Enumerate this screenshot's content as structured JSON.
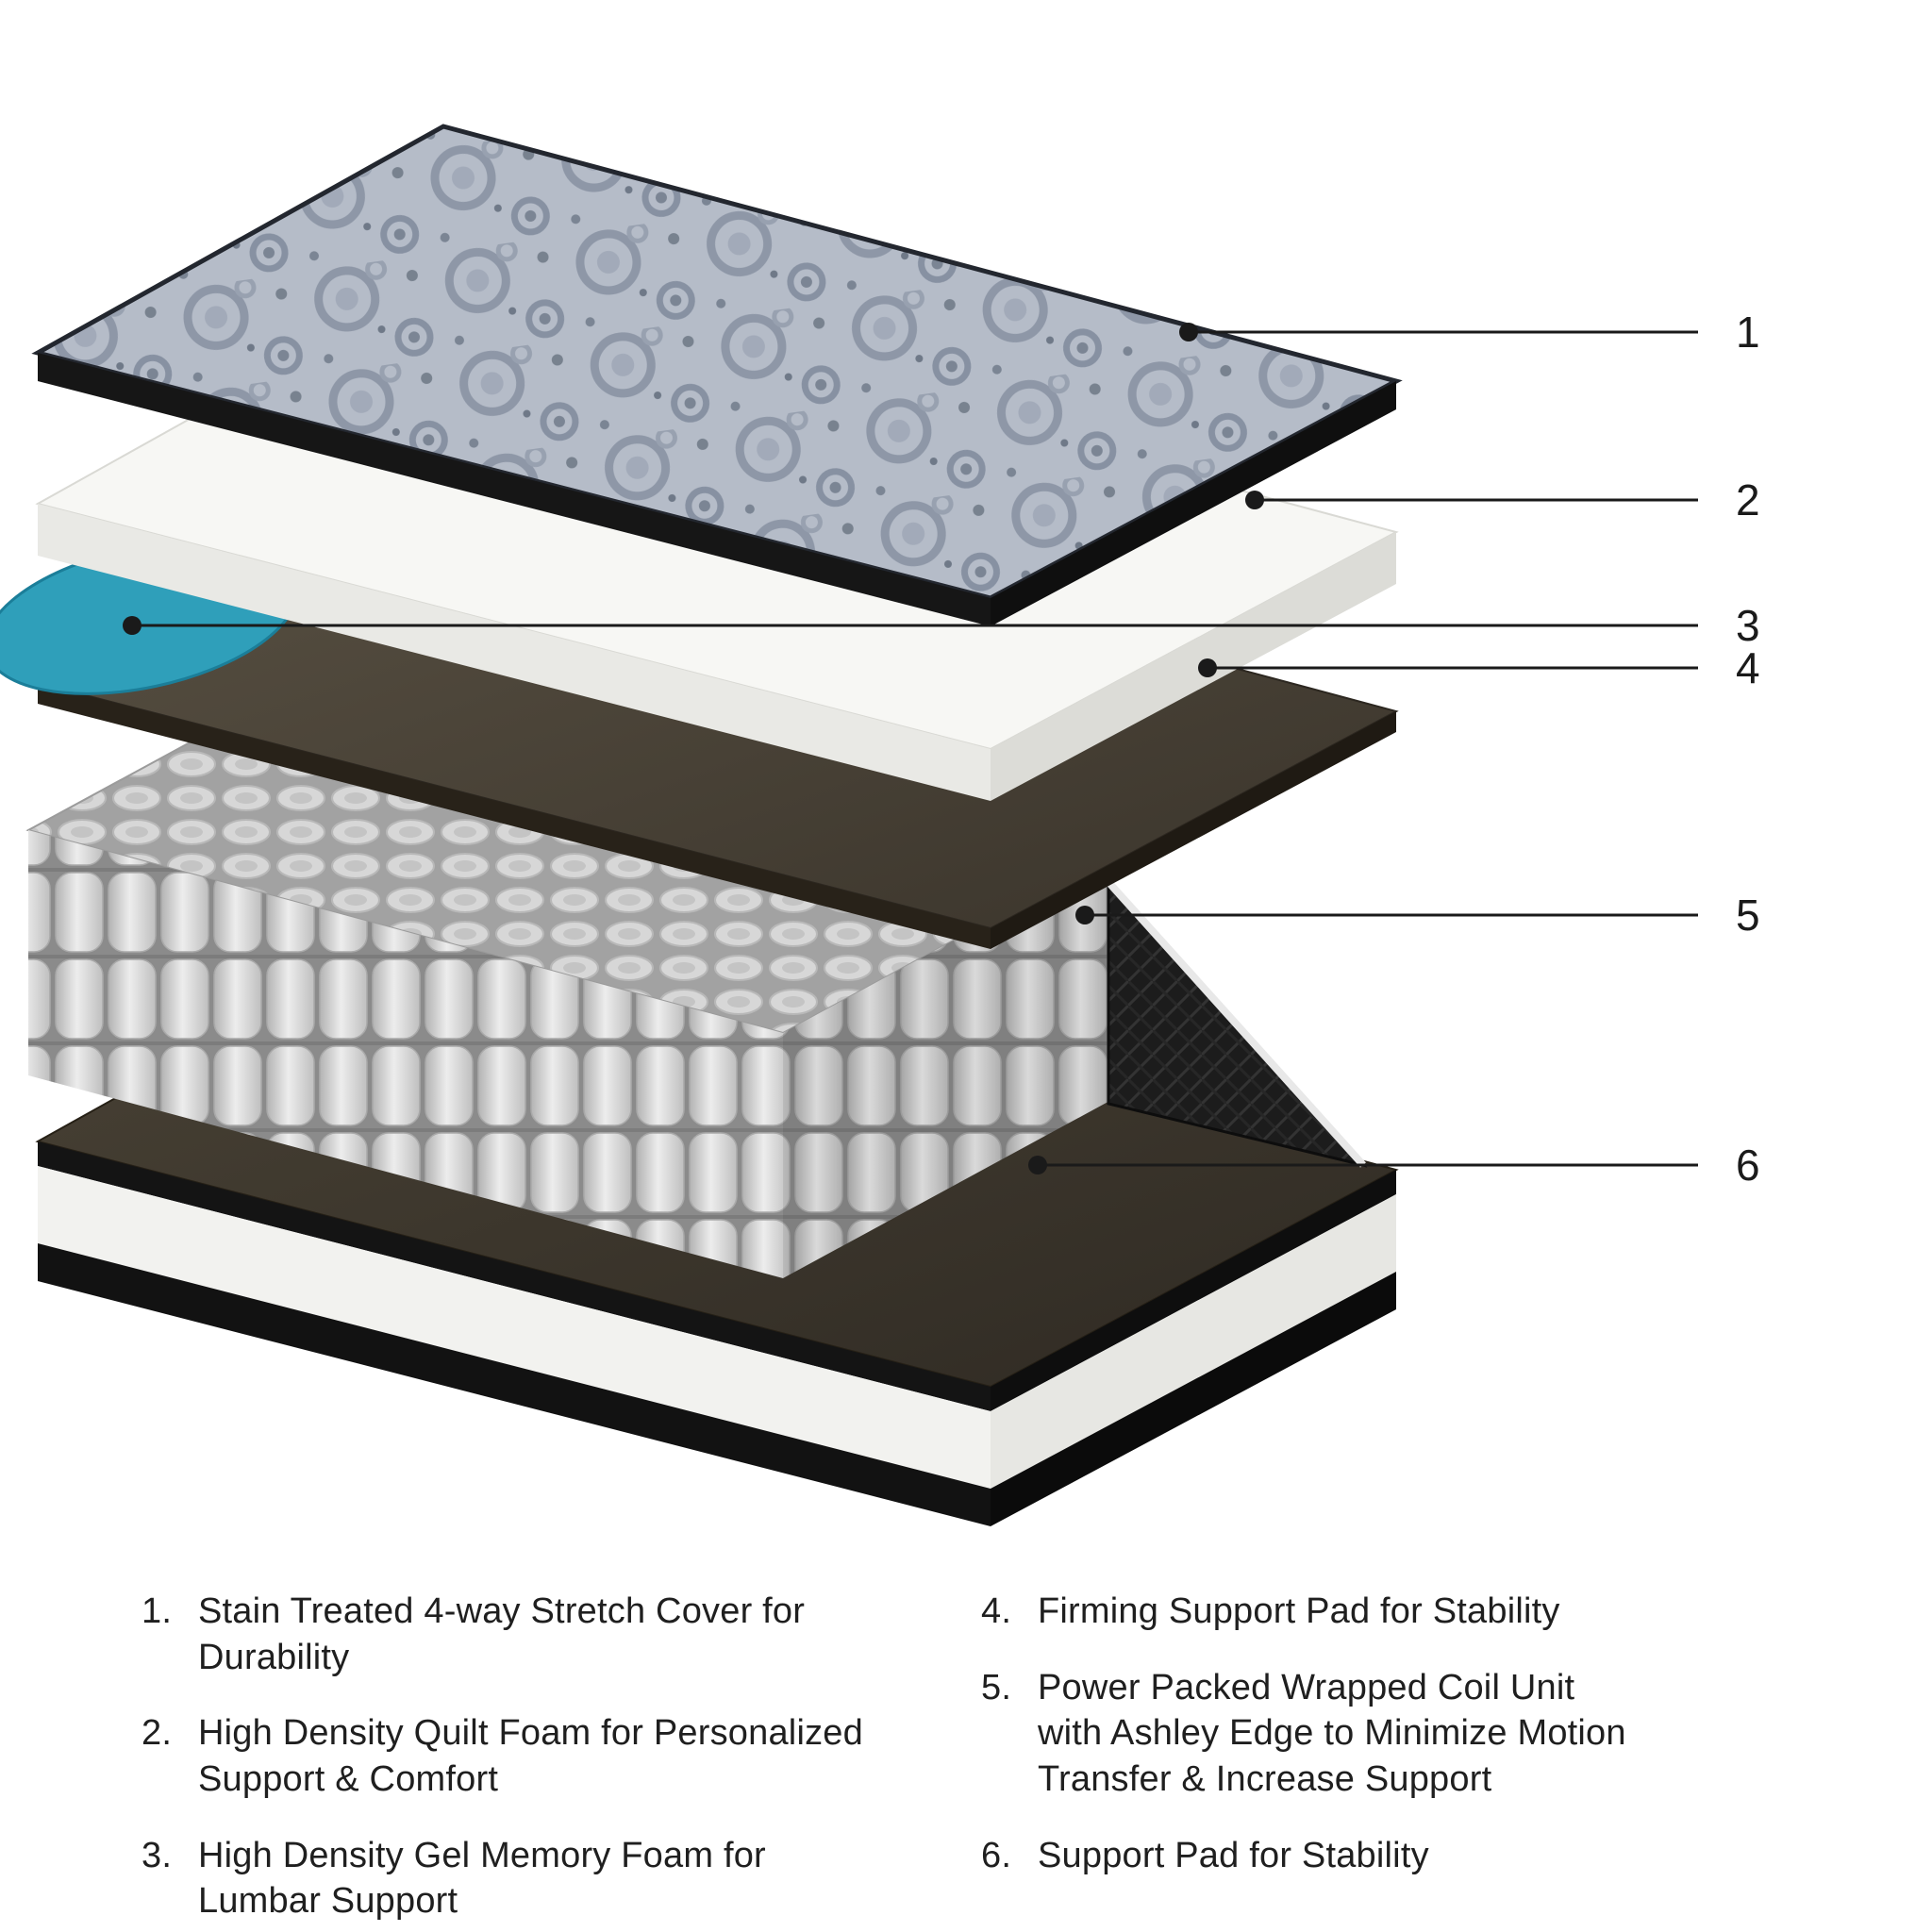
{
  "colors": {
    "background": "#ffffff",
    "line": "#1a1a1a",
    "quilt_gray": "#b5bcc8",
    "foam_white": "#f7f7f4",
    "gel_teal": "#2f9fba",
    "pad_brown": "#474034",
    "coil_silver": "#d9d9d9",
    "border_black": "#161616"
  },
  "diagram": {
    "callouts": [
      {
        "n": "1",
        "target": "stretch-cover"
      },
      {
        "n": "2",
        "target": "quilt-foam"
      },
      {
        "n": "3",
        "target": "gel-memory-foam"
      },
      {
        "n": "4",
        "target": "firming-support-pad"
      },
      {
        "n": "5",
        "target": "wrapped-coil-unit"
      },
      {
        "n": "6",
        "target": "support-pad"
      }
    ]
  },
  "legend": {
    "left": [
      {
        "num": "1.",
        "text": "Stain Treated 4-way Stretch Cover for Durability"
      },
      {
        "num": "2.",
        "text": "High Density Quilt Foam for Personalized Support & Comfort"
      },
      {
        "num": "3.",
        "text": "High Density Gel Memory Foam for Lumbar Support"
      }
    ],
    "right": [
      {
        "num": "4.",
        "text": "Firming Support Pad for Stability"
      },
      {
        "num": "5.",
        "text": "Power Packed Wrapped Coil Unit with Ashley Edge to Minimize Motion Transfer & Increase Support"
      },
      {
        "num": "6.",
        "text": "Support Pad for Stability"
      }
    ]
  }
}
